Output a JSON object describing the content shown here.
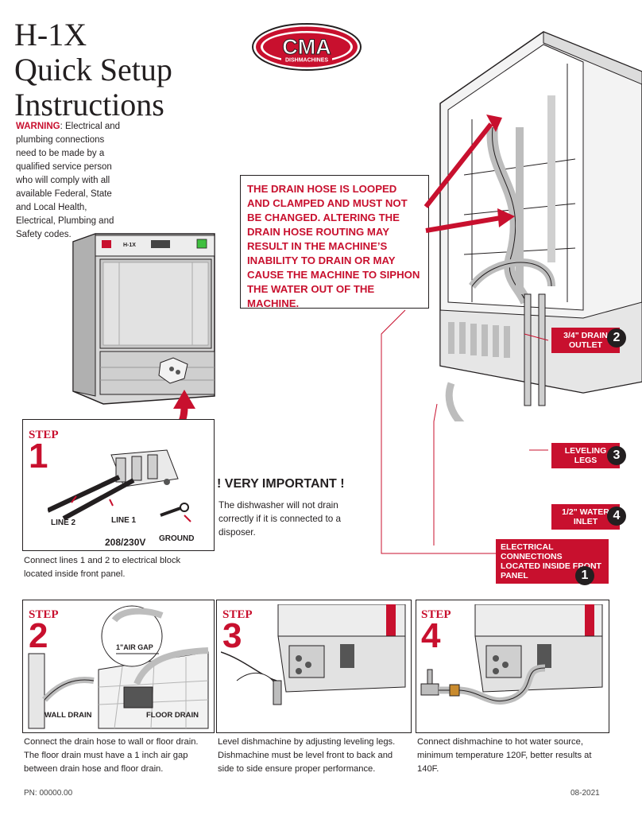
{
  "title": {
    "line1": "H-1X",
    "line2": "Quick Setup",
    "line3": "Instructions"
  },
  "warning": {
    "label": "WARNING",
    "text": ": Electrical and plumbing connections need to be made by a qualified service person who will comply with all available Federal, State and Local Health, Electrical, Plumbing and Safety codes."
  },
  "logo": {
    "brand": "CMA",
    "sub": "DISHMACHINES"
  },
  "machine": {
    "model": "H-1X"
  },
  "callout": {
    "text": "THE DRAIN HOSE IS LOOPED AND CLAMPED AND MUST NOT BE CHANGED. ALTERING THE DRAIN HOSE ROUTING MAY RESULT IN THE MACHINE’S INABILITY TO DRAIN OR MAY CAUSE THE MACHINE TO SIPHON THE WATER OUT OF THE MACHINE."
  },
  "tags": [
    {
      "text": "3/4\" DRAIN OUTLET",
      "num": "2"
    },
    {
      "text": "LEVELING LEGS",
      "num": "3"
    },
    {
      "text": "1/2\" WATER INLET",
      "num": "4"
    },
    {
      "text": "ELECTRICAL CONNECTIONS LOCATED INSIDE FRONT PANEL",
      "num": "1"
    }
  ],
  "important": {
    "title": "! VERY IMPORTANT !",
    "text": "The dishwasher will not drain correctly if it is connected to a disposer."
  },
  "steps": [
    {
      "label": "STEP",
      "num": "1",
      "labels": {
        "line2": "LINE 2",
        "line1": "LINE 1",
        "voltage": "208/230V",
        "ground": "GROUND"
      },
      "caption": "Connect lines 1 and 2 to electrical block located inside front panel."
    },
    {
      "label": "STEP",
      "num": "2",
      "labels": {
        "airgap": "1\"AIR GAP",
        "wall": "WALL DRAIN",
        "floor": "FLOOR DRAIN"
      },
      "caption": "Connect the drain hose to wall or floor drain. The floor drain must have a 1 inch air gap between drain hose and floor drain."
    },
    {
      "label": "STEP",
      "num": "3",
      "caption": "Level dishmachine by adjusting leveling legs. Dishmachine must be level front to back and side to side ensure proper performance."
    },
    {
      "label": "STEP",
      "num": "4",
      "caption": "Connect dishmachine to hot water source, minimum temperature 120F,  better results at 140F."
    }
  ],
  "footer": {
    "pn": "PN: 00000.00",
    "date": "08-2021"
  },
  "colors": {
    "accent": "#c8102e",
    "ink": "#231f20"
  }
}
